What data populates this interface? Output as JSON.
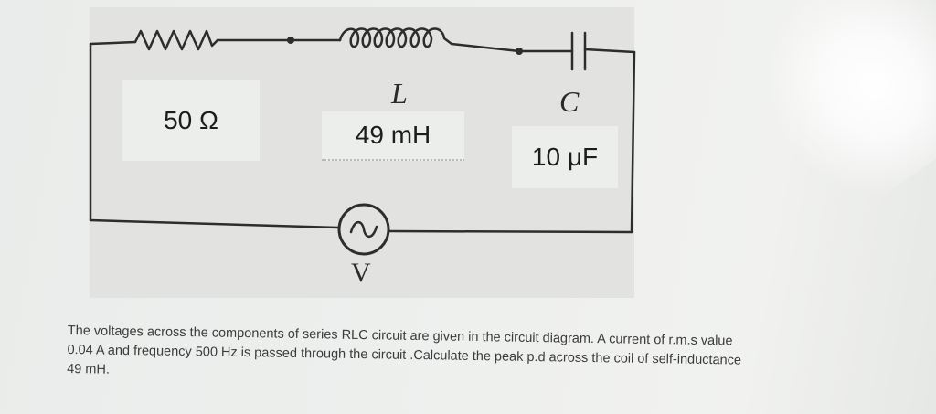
{
  "circuit": {
    "resistor": {
      "value": "50 Ω"
    },
    "inductor": {
      "symbol": "L",
      "value": "49 mH"
    },
    "capacitor": {
      "symbol": "C",
      "value": "10 μF"
    },
    "source": {
      "symbol": "V"
    }
  },
  "problem": {
    "lines": [
      "The voltages across the components of series RLC circuit are given in the circuit diagram. A current of r.m.s value",
      "0.04 A and frequency 500 Hz is passed through the circuit .Calculate the peak p.d across the coil of self-inductance",
      "49 mH."
    ]
  }
}
